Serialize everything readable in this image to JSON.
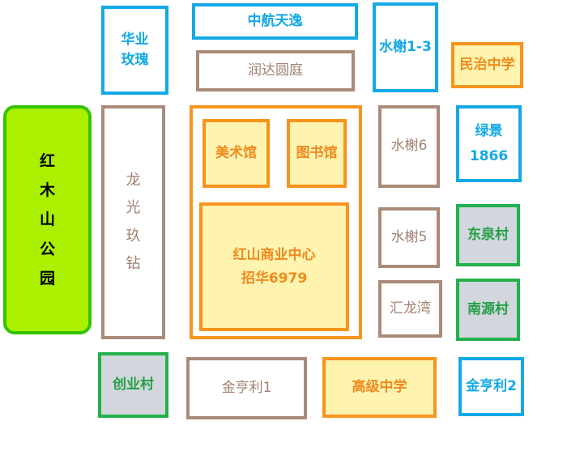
{
  "blocks": {
    "huaye": "华业\n玫瑰",
    "zhonghang": "中航天逸",
    "runda": "润达圆庭",
    "shuixie13": "水榭1-3",
    "minzhi": "民治中学",
    "park": "红木山公园",
    "longguang": "龙光玖钻",
    "art": "美术馆",
    "library": "图书馆",
    "center": "红山商业中心\n招华6979",
    "shuixie6": "水榭6",
    "lvjing": "绿景\n1866",
    "shuixie5": "水榭5",
    "dongquan": "东泉村",
    "huilong": "汇龙湾",
    "nanyuan": "南源村",
    "chuangye": "创业村",
    "jinhengli1": "金亨利1",
    "gaoji": "高级中学",
    "jinhengli2": "金亨利2"
  }
}
